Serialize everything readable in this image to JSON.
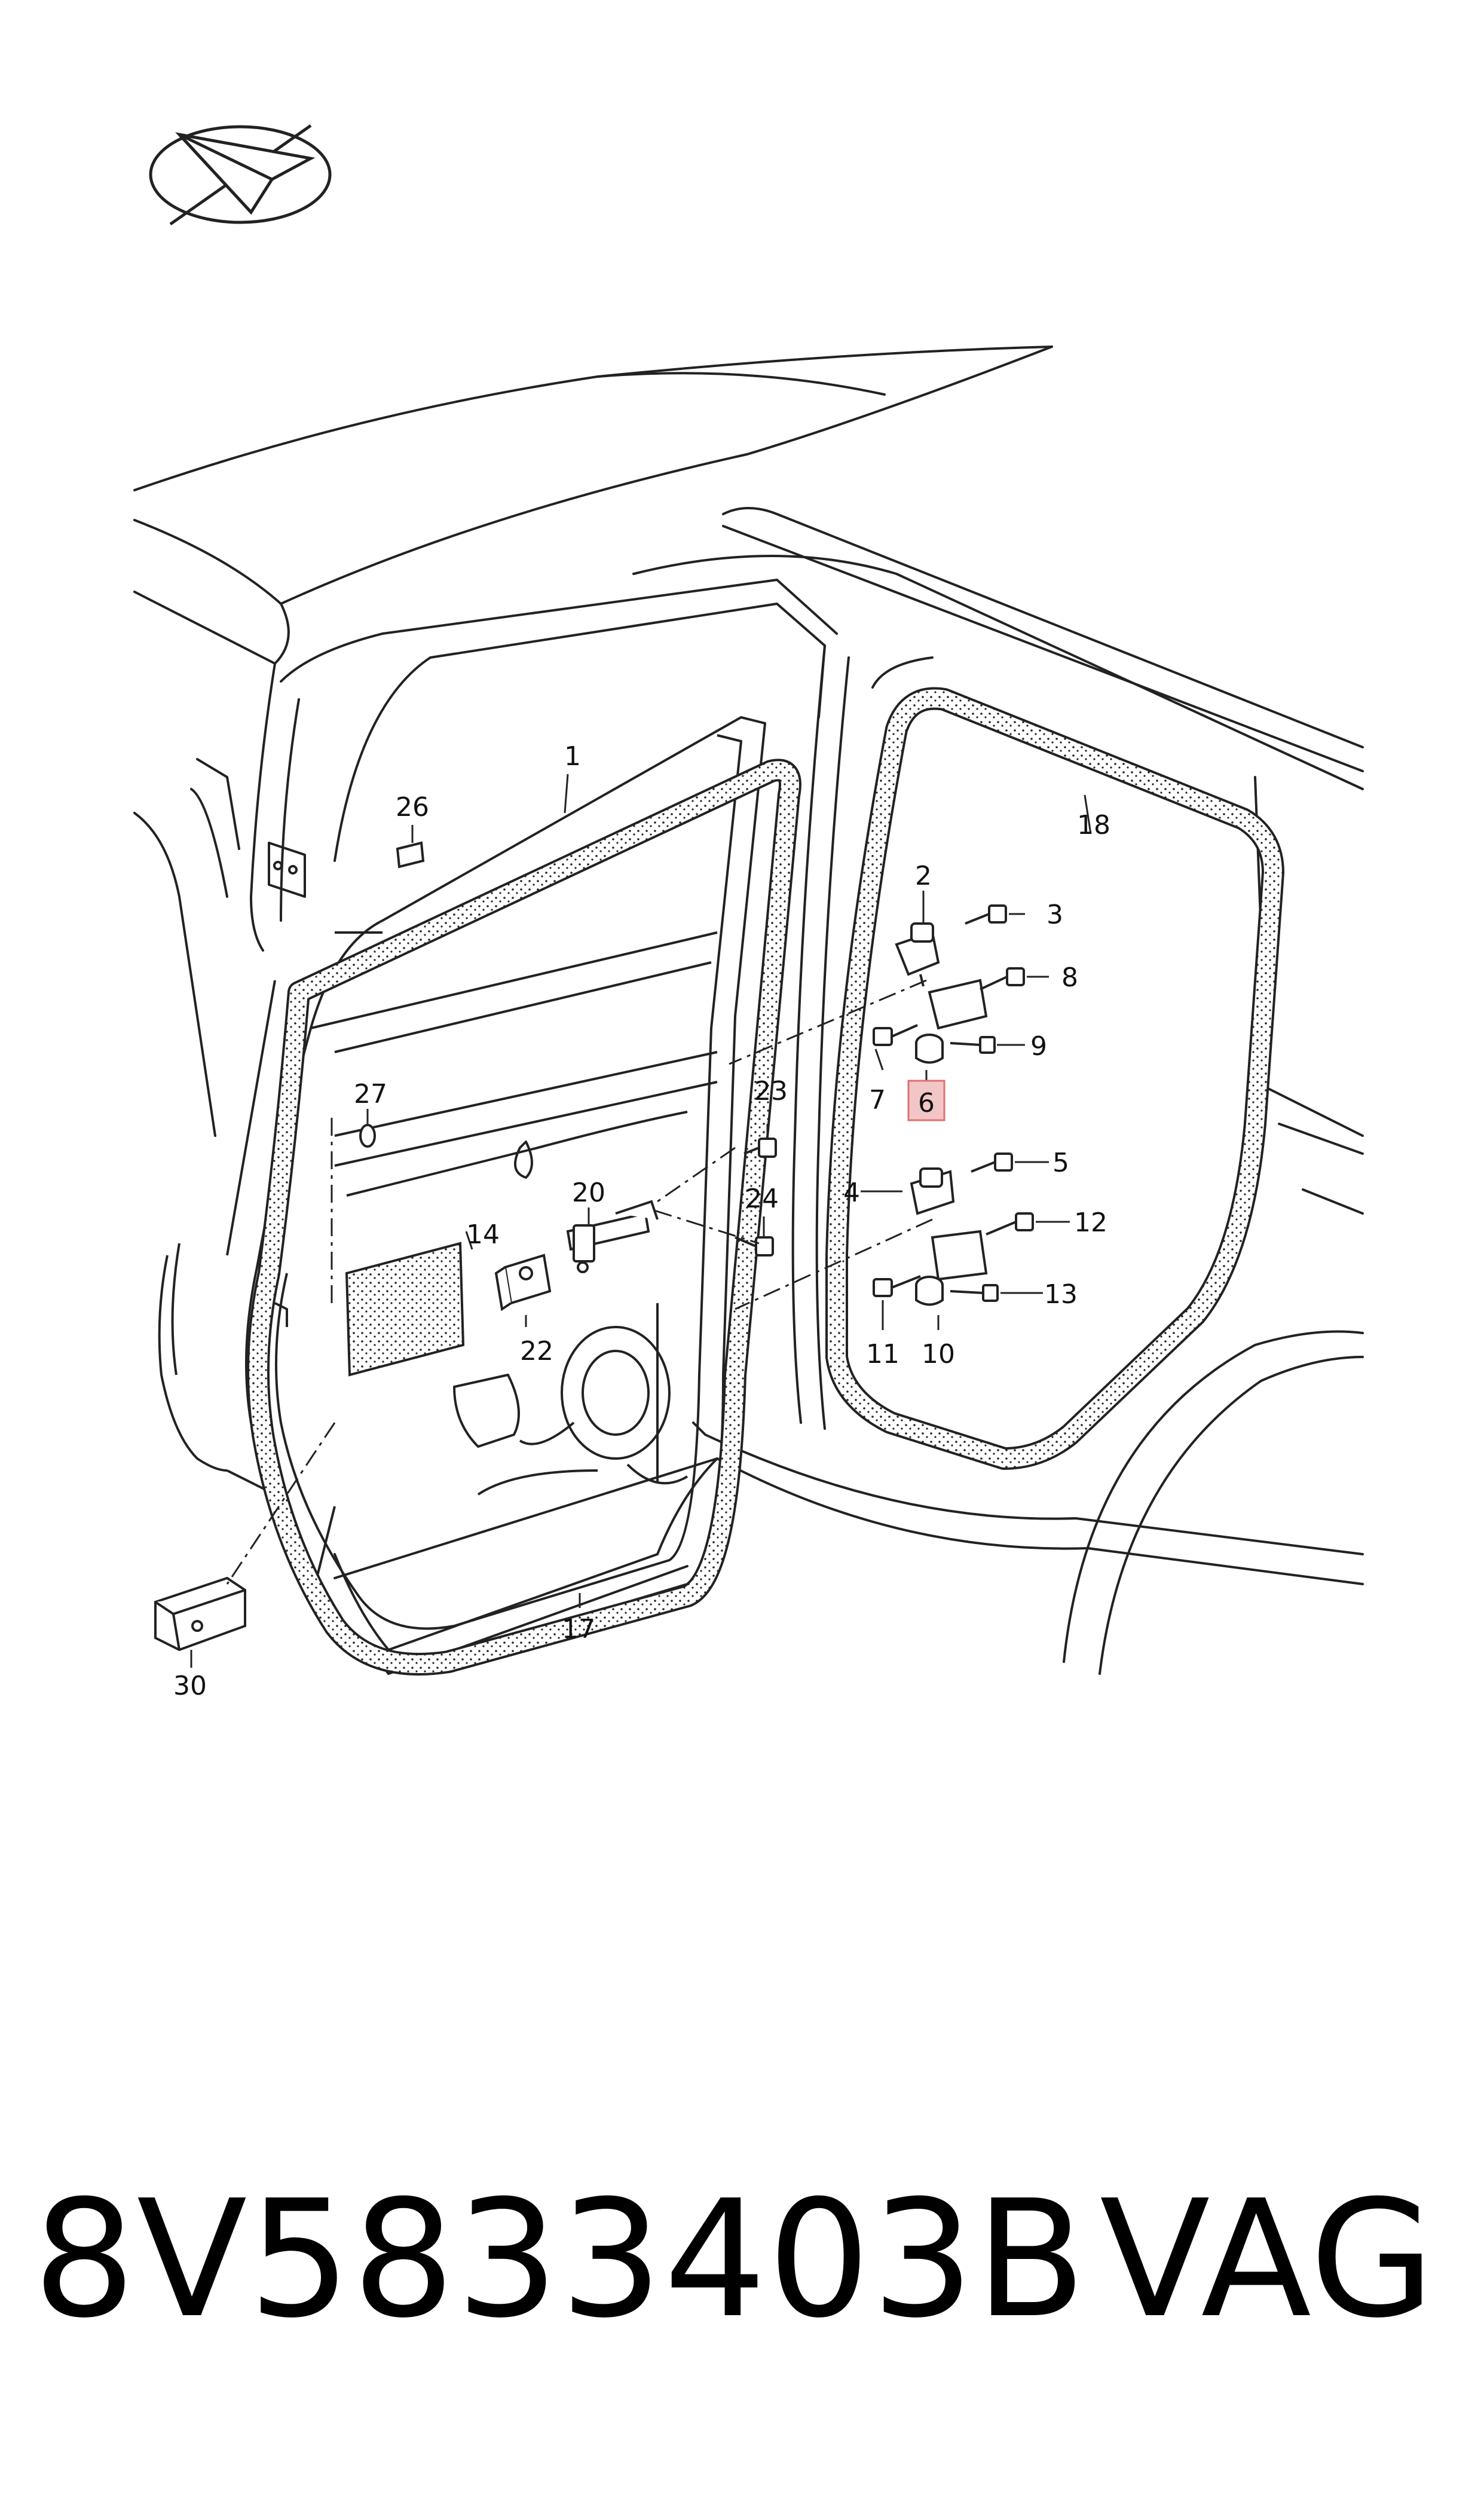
{
  "diagram": {
    "callouts": [
      {
        "id": "c1",
        "label": "1"
      },
      {
        "id": "c2",
        "label": "2"
      },
      {
        "id": "c3",
        "label": "3"
      },
      {
        "id": "c4",
        "label": "4"
      },
      {
        "id": "c5",
        "label": "5"
      },
      {
        "id": "c6",
        "label": "6",
        "highlighted": true
      },
      {
        "id": "c7",
        "label": "7"
      },
      {
        "id": "c8",
        "label": "8"
      },
      {
        "id": "c9",
        "label": "9"
      },
      {
        "id": "c10",
        "label": "10"
      },
      {
        "id": "c11",
        "label": "11"
      },
      {
        "id": "c12",
        "label": "12"
      },
      {
        "id": "c13",
        "label": "13"
      },
      {
        "id": "c14",
        "label": "14"
      },
      {
        "id": "c17",
        "label": "17"
      },
      {
        "id": "c18",
        "label": "18"
      },
      {
        "id": "c20",
        "label": "20"
      },
      {
        "id": "c22",
        "label": "22"
      },
      {
        "id": "c23",
        "label": "23"
      },
      {
        "id": "c24",
        "label": "24"
      },
      {
        "id": "c26",
        "label": "26"
      },
      {
        "id": "c27",
        "label": "27"
      },
      {
        "id": "c30",
        "label": "30"
      }
    ],
    "highlight_color": "#f2c6c6",
    "highlight_border": "#e07070",
    "line_color": "#222222"
  },
  "caption": {
    "part_number": "8V5833403B",
    "brand": "VAG"
  }
}
